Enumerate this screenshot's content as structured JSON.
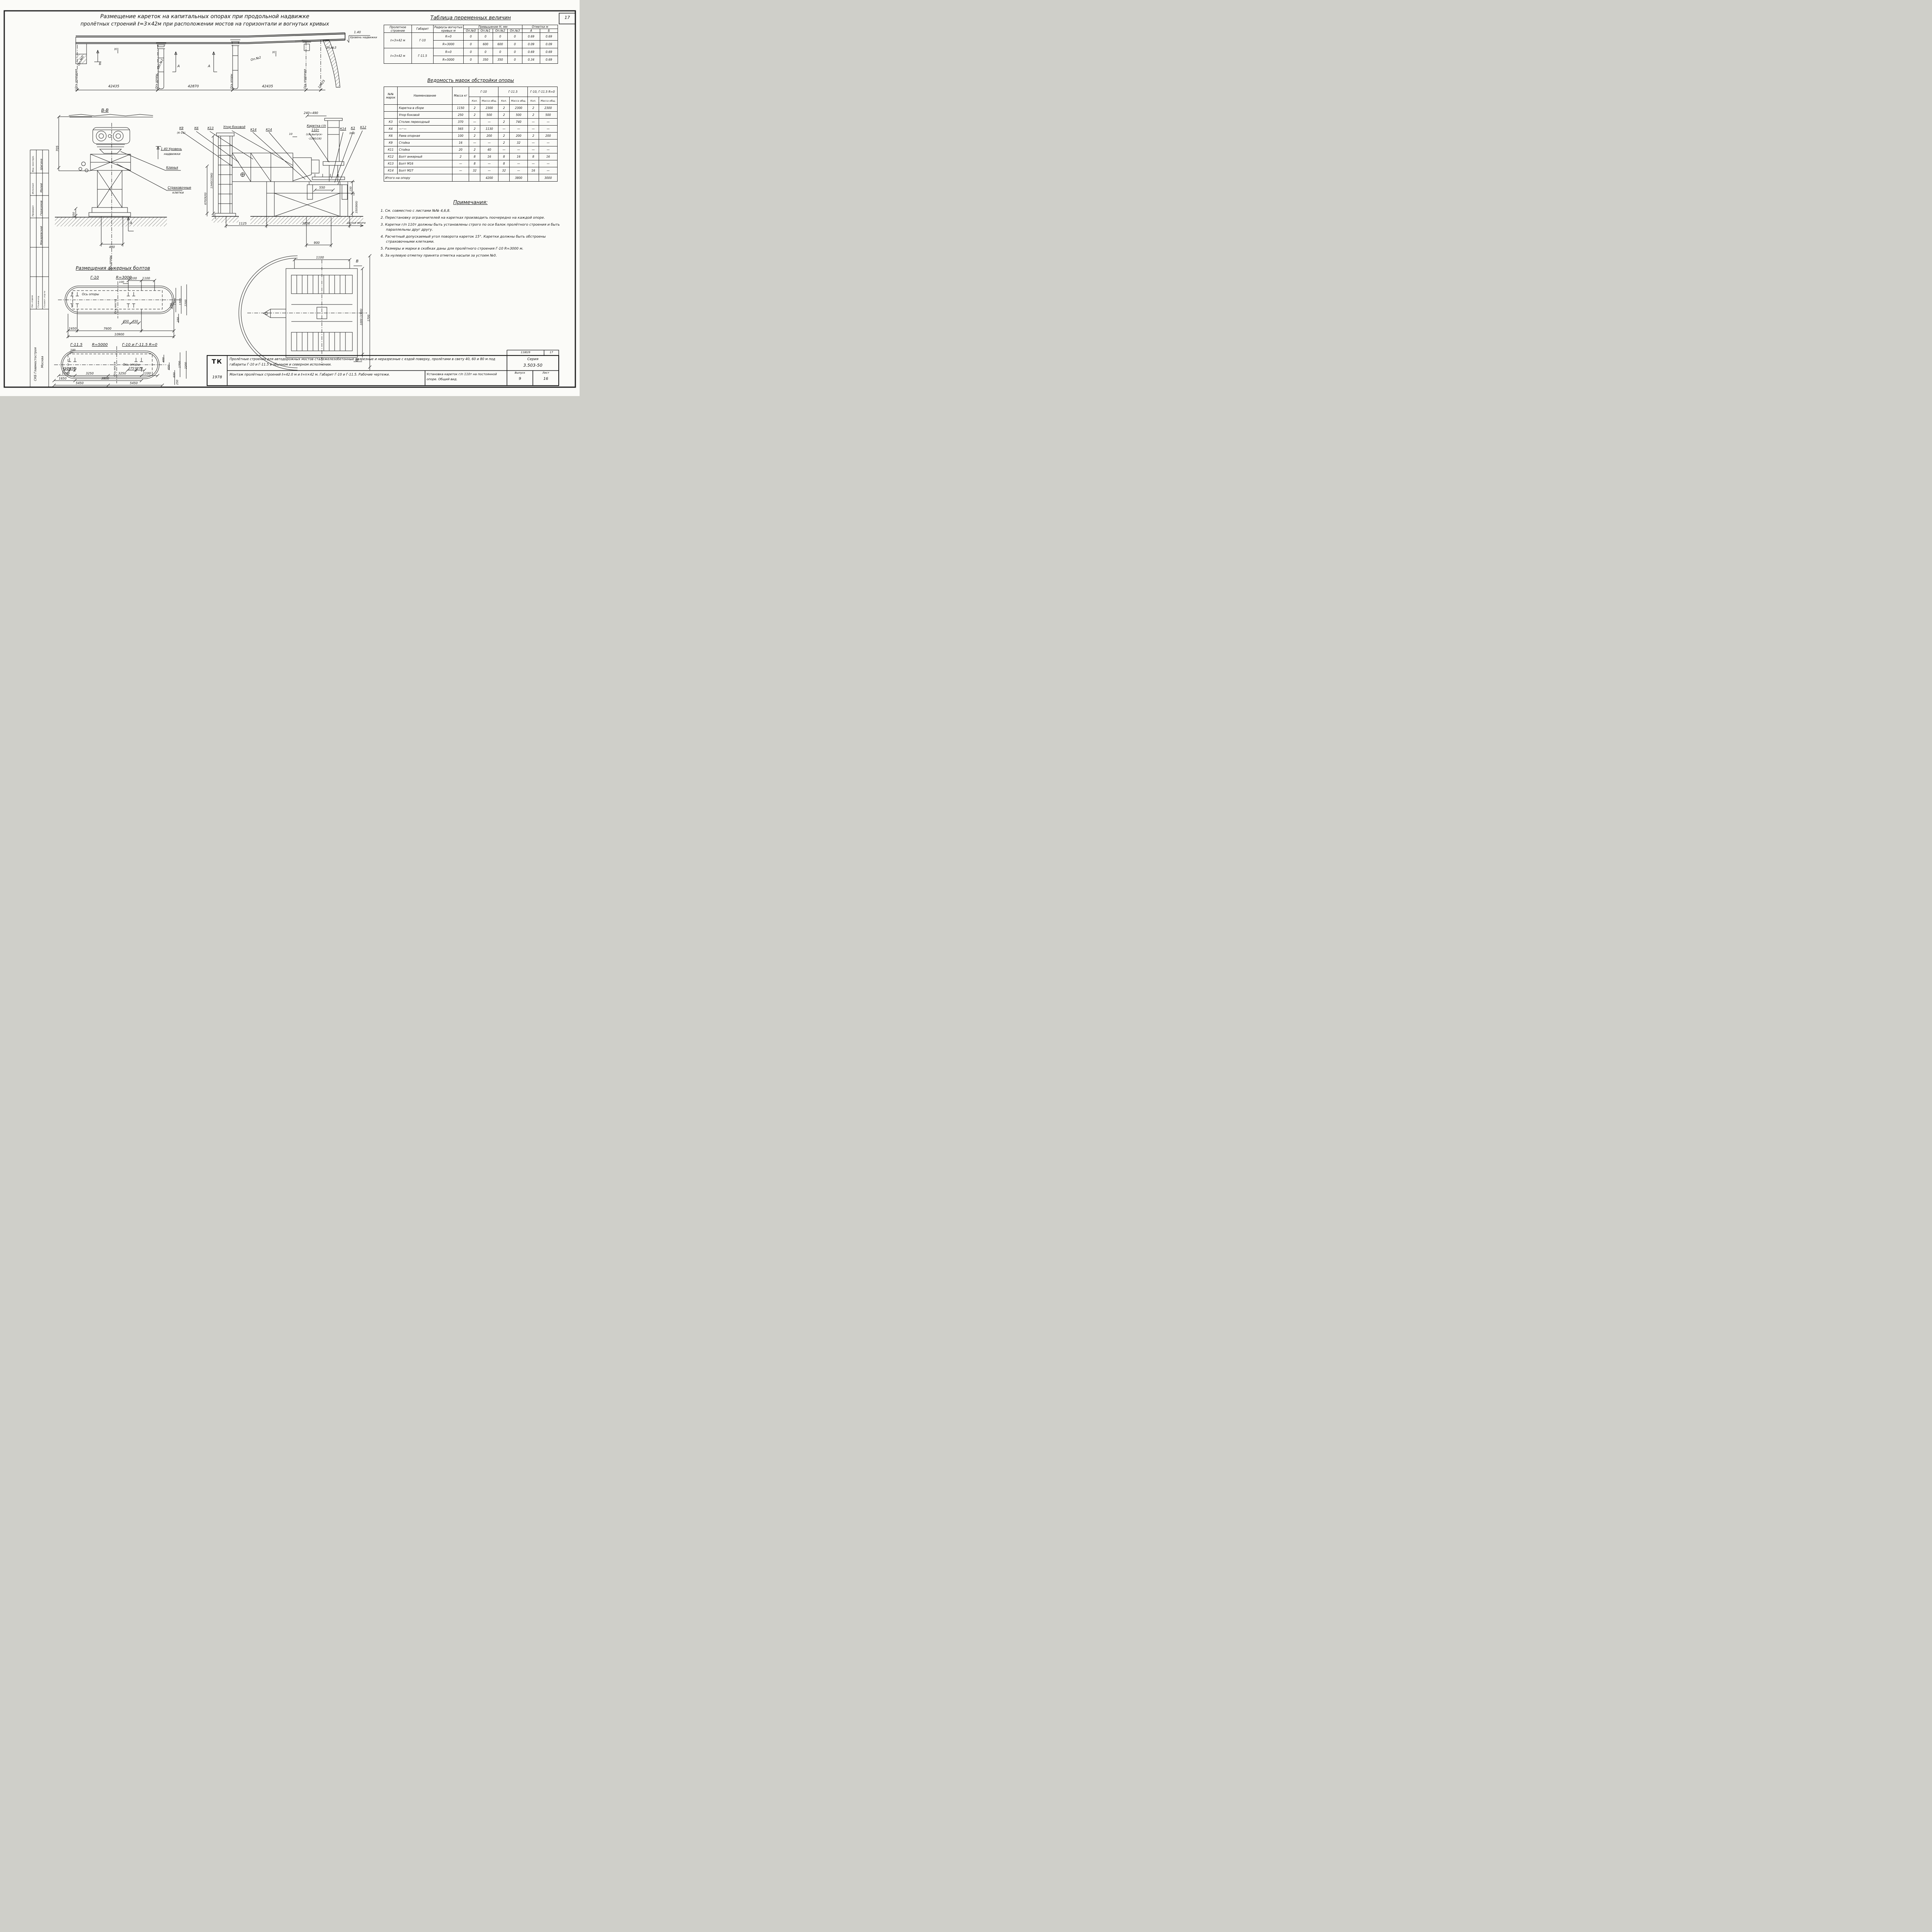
{
  "page": {
    "corner_number": "17",
    "doc_number": "1180/9",
    "sheet_number": "17"
  },
  "main_title": {
    "line1": "Размещение кареток на капитальных опорах при продольной надвижке",
    "line2": "пролётных строений ℓ=3×42м при расположении мостов на горизонтали и вогнутых кривых"
  },
  "elevation": {
    "level_value": "1.40",
    "level_text": "Уровень надвижки",
    "op0": "Оп.№0",
    "op1": "Оп.№1",
    "op2": "Оп.№2",
    "op3": "Оп.№3",
    "axis0": "Ось опирания",
    "axis1": "Ось опоры",
    "axis2": "Ось опоры",
    "axis3": "Ось опирания",
    "dim1": "42435",
    "dim2": "42870",
    "dim3": "42435",
    "dim4": "10425",
    "mB": "Б",
    "mA": "А",
    "mH": "Н"
  },
  "section_bb": {
    "title": "В-В",
    "level_line1": "1.40 Уровень",
    "level_line2": "надвижки",
    "wedges": "Клинья",
    "cages_line1": "Страховочные",
    "cages_line2": "клетки",
    "dim705": "705",
    "dim400": "400",
    "dim350": "350",
    "axis": "Ось опоры",
    "mA": "А"
  },
  "assembly": {
    "k9": "К9",
    "k11": "(К-11)",
    "k6": "К6",
    "k13": "К13",
    "upor": "Упор боковой",
    "k14a": "К14",
    "k14b": "К14",
    "n10": "10",
    "car1": "Каретка г/п",
    "car2": "110т",
    "car3": "(см.выпуск-",
    "car4": "-1180/16)",
    "k14c": "К14",
    "k3": "К3",
    "k12": "К12",
    "k4": "(К4)",
    "dim_range": "240÷490",
    "dimv1": "1340(1590)",
    "dimv2": "670(920)",
    "dim5a": "5",
    "dim5b": "5",
    "dim1125": "1125",
    "dim3800": "3800",
    "to_axis": "до оси моста",
    "dim900": "900",
    "dim550": "550",
    "dim150": "150",
    "dim350": "350(800)"
  },
  "plan": {
    "dim1100": "1100",
    "dimv1": "1000 (1500)",
    "dimv2": "1700",
    "mB": "В"
  },
  "anchors": {
    "title": "Размещения анкерных болтов",
    "v1a": "Г-10",
    "v1b": "R=3000",
    "v2a": "Г-11.5",
    "v2b": "R=5000",
    "v3": "Г-10 и Г-11.5 R=0",
    "axis_opora": "Ось опоры",
    "axis_most": "Ось моста",
    "d1100": "1100",
    "d100": "100",
    "d450": "450",
    "d1650": "1650",
    "d7600": "7600",
    "d10900": "10900",
    "d1500": "1500",
    "d1700": "1700",
    "d2200": "2200",
    "d250": "250",
    "d275": "275",
    "d3250": "3250",
    "d3800": "3800",
    "d5450": "5450",
    "d400": "400",
    "d650": "650"
  },
  "table1": {
    "title": "Таблица переменных величин",
    "col_span": "Пролетное строение",
    "col_gab": "Габарит",
    "col_radius": "Радиусы вогну­тых кривых м",
    "col_h": "Превышение Н, мм",
    "col_marks": "Отметки м",
    "sub0": "Оп.№0",
    "sub1": "Оп.№1",
    "sub2": "Оп.№2",
    "sub3": "Оп.№3",
    "subA": "А",
    "subB": "Б",
    "rows": [
      {
        "span": "ℓ=3×42 м",
        "gab": "Г-10",
        "r": "R=0",
        "v": [
          "0",
          "0",
          "0",
          "0",
          "0.69",
          "0.69"
        ]
      },
      {
        "r": "R=3000",
        "v": [
          "0",
          "600",
          "600",
          "0",
          "0.09",
          "0.09"
        ]
      },
      {
        "span": "ℓ=3×42 м",
        "gab": "Г-11.5",
        "r": "R=0",
        "v": [
          "0",
          "0",
          "0",
          "0",
          "0.69",
          "0.69"
        ]
      },
      {
        "r": "R=5000",
        "v": [
          "0",
          "350",
          "350",
          "0",
          "0.34",
          "0.69"
        ]
      }
    ]
  },
  "table2": {
    "title": "Ведомость марок обстройки опоры",
    "col_mark": "№№ марок",
    "col_name": "Наименование",
    "col_mass": "Масса кг",
    "grp0": "Г-10",
    "grp1": "Г-11.5",
    "grp2": "Г-10, Г-11.5 R=0",
    "sub_qty": "Кол.",
    "sub_mass": "Масса общ.",
    "rows": [
      [
        "",
        "Каретка в сборе",
        "1150",
        "2",
        "2300",
        "2",
        "2300",
        "2",
        "2300"
      ],
      [
        "",
        "Упор боковой",
        "250",
        "2",
        "500",
        "2",
        "500",
        "2",
        "500"
      ],
      [
        "К3",
        "Столик переходный",
        "370",
        "—",
        "—",
        "2",
        "740",
        "—",
        "—"
      ],
      [
        "К4",
        "—״—",
        "565",
        "2",
        "1130",
        "—",
        "—",
        "—",
        "—"
      ],
      [
        "К6",
        "Рама опорная",
        "100",
        "2",
        "200",
        "2",
        "200",
        "2",
        "200"
      ],
      [
        "К9",
        "Стойка",
        "16",
        "—",
        "—",
        "2",
        "32",
        "—",
        "—"
      ],
      [
        "К11",
        "Стойка",
        "20",
        "2",
        "40",
        "—",
        "—",
        "—",
        "—"
      ],
      [
        "К12",
        "Болт анкерный",
        "2",
        "8",
        "16",
        "8",
        "16",
        "8",
        "16"
      ],
      [
        "К13",
        "Болт М16",
        "—",
        "8",
        "—",
        "8",
        "—",
        "—",
        "—"
      ],
      [
        "К14",
        "Болт М27",
        "—",
        "32",
        "—",
        "32",
        "—",
        "16",
        "—"
      ]
    ],
    "total_label": "Итого на опору",
    "totals": [
      "4200",
      "3800",
      "3000"
    ]
  },
  "notes": {
    "title": "Примечания:",
    "items": [
      "1. См. совместно с листами №№ 4,6,8.",
      "2. Перестановку ограничителей на каретках производить поочередно на каждой опоре.",
      "3. Каретки г/п 110т должны быть установлены строго по оси балок пролётного строения и быть параллельны друг другу.",
      "4. Расчетный допускаемый угол поворота кареток 15°. Каретки должны быть обстроены страховочными клетками.",
      "5. Размеры и марки в скобках даны для пролётного строения Г-10 R=3000 м.",
      "6. За нулевую отметку принята отметка насыпи за устоем №0."
    ]
  },
  "titleblock": {
    "tk": "ТК",
    "year": "1978",
    "row1": "Пролётные строения для автодорожных мостов сталежелезобетонные разрезные и неразрезные с ездой поверху, пролётами в свету 40, 60 и 80 м под габариты Г-10 и Г-11.5 в обычном и северном исполнении.",
    "row2": "Монтаж пролётных строений ℓ=42.0 м и ℓ=n×42 м. Габарит Г-10 и Г-11.5. Рабочие чертежи.",
    "row2b": "Установка кареток г/п 110т на постоянной опоре. Общий вид.",
    "series_label": "Серия",
    "series": "3.503-50",
    "issue_label": "Выпуск",
    "issue": "9",
    "sheet_label": "Лист",
    "sheet": "16"
  },
  "signatures": {
    "role_a": "Вед. конструк.",
    "name_a": "Шигина",
    "role_b": "Исполнил",
    "name_b": "Малий",
    "role_c": "Проверил",
    "name_c": "Герасимов",
    "name_d": "Макаревский",
    "head1": "Нач. отдела",
    "head2": "Гл.инж.отд.",
    "head3": "Гл.конст. отд-та",
    "org": "СКБ Главмостостроя",
    "city": "Москва"
  }
}
